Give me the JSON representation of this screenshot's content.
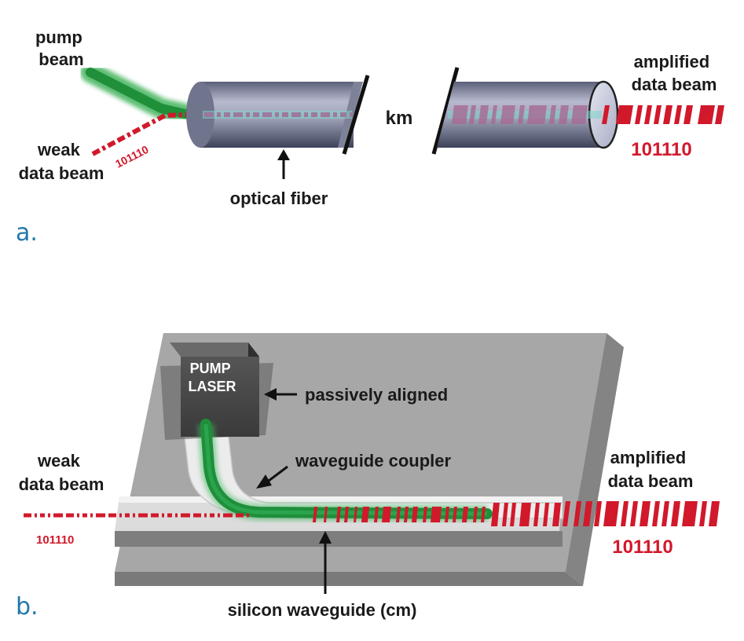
{
  "colors": {
    "data_red": "#d1192b",
    "pump_green": "#1f8f3a",
    "panel_letter_blue": "#2277aa",
    "fiber_body": "#8a8ea6",
    "board_grey": "#a4a4a4"
  },
  "panel_a": {
    "letter": "a.",
    "pump_beam": [
      "pump",
      "beam"
    ],
    "weak_data_beam": [
      "weak",
      "data beam"
    ],
    "input_bits": "101110",
    "fiber_label": "optical fiber",
    "distance_label": "km",
    "amplified_data_beam": [
      "amplified",
      "data beam"
    ],
    "output_bits": "101110"
  },
  "panel_b": {
    "letter": "b.",
    "pump_laser": [
      "PUMP",
      "LASER"
    ],
    "passively_aligned": "passively aligned",
    "waveguide_coupler": "waveguide coupler",
    "weak_data_beam": [
      "weak",
      "data beam"
    ],
    "input_bits": "101110",
    "amplified_data_beam": [
      "amplified",
      "data beam"
    ],
    "output_bits": "101110",
    "waveguide_label": "silicon waveguide (cm)"
  }
}
